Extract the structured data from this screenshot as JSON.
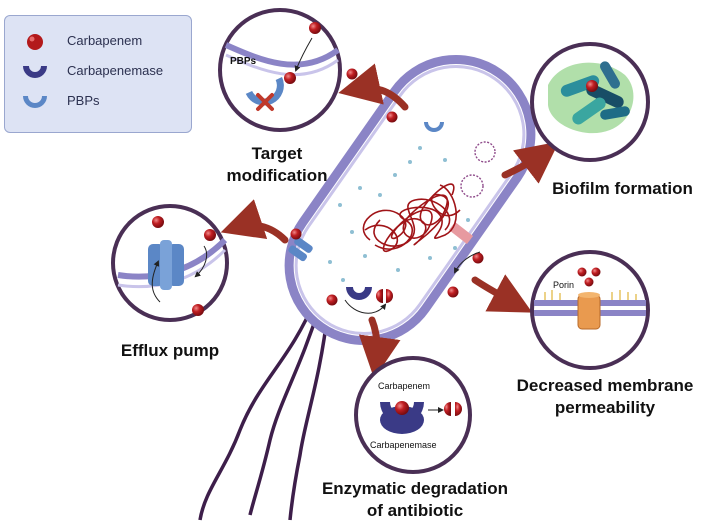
{
  "legend": {
    "items": [
      {
        "label": "Carbapenem",
        "icon": "carbapenem-icon"
      },
      {
        "label": "Carbapenemase",
        "icon": "carbapenemase-icon"
      },
      {
        "label": "PBPs",
        "icon": "pbp-icon"
      }
    ]
  },
  "labels": {
    "target_modification": "Target\nmodification",
    "biofilm_formation": "Biofilm formation",
    "efflux_pump": "Efflux pump",
    "decreased_permeability": "Decreased membrane\npermeability",
    "enzymatic_degradation": "Enzymatic degradation\nof antibiotic"
  },
  "inset_labels": {
    "pbps": "PBPs",
    "porin": "Porin",
    "carbapenem": "Carbapenem",
    "carbapenemase": "Carbapenemase"
  },
  "colors": {
    "carbapenem": "#b3191b",
    "carbapenemase": "#3a3a86",
    "pbp": "#5b87c6",
    "membrane": "#8b84c6",
    "arrow": "#9a3125",
    "inset_border": "#4a2f55",
    "chromosome": "#a01418",
    "flagella": "#3d1e4a",
    "biofilm_matrix": "#a3d99b",
    "porin": "#e99a4f"
  }
}
